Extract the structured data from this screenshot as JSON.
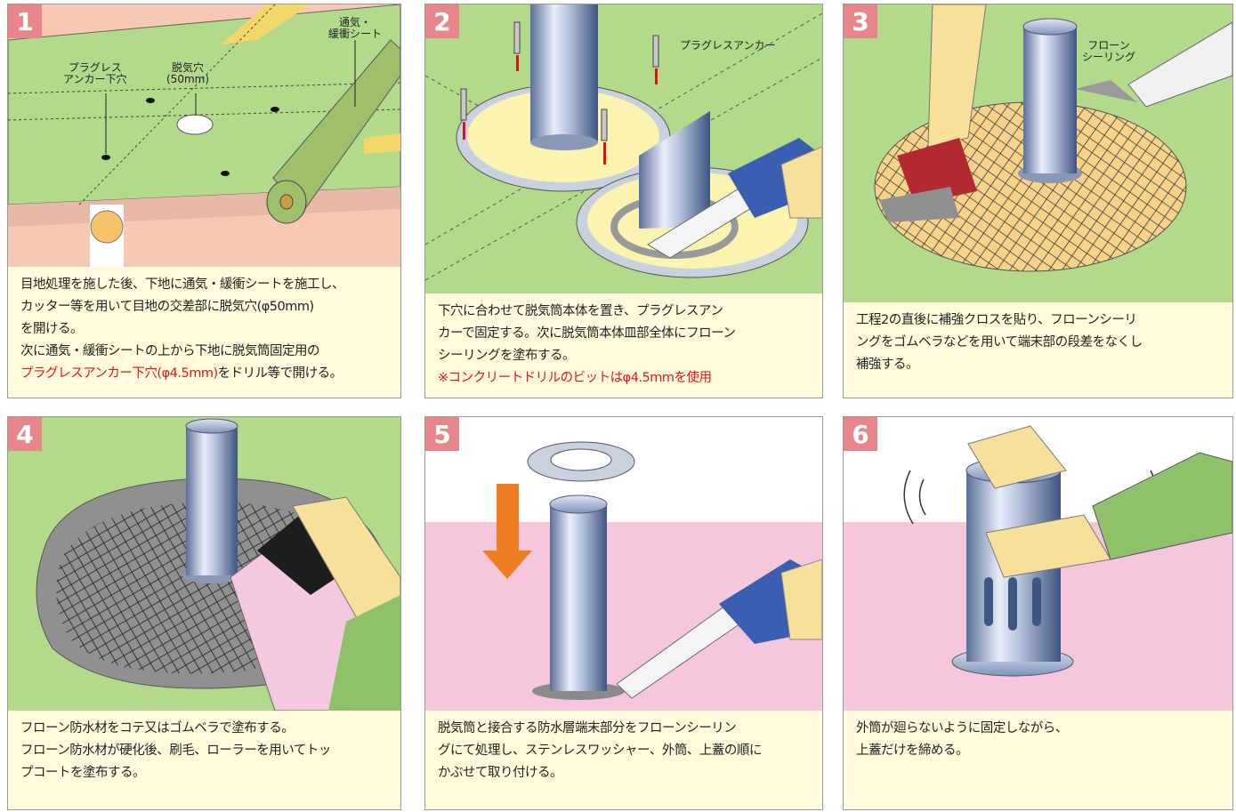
{
  "panels": [
    {
      "number": "1",
      "labels": {
        "vent_sheet": "通気・\n緩衝シート",
        "anchor_hole": "プラグレス\nアンカー下穴",
        "vent_hole": "脱気穴\n(50mm)"
      },
      "caption": {
        "line1": "目地処理を施した後、下地に通気・緩衝シートを施工し、",
        "line2": "カッター等を用いて目地の交差部に脱気穴(φ50mm)",
        "line3": "を開ける。",
        "line4": "次に通気・緩衝シートの上から下地に脱気筒固定用の",
        "line5_red": "プラグレスアンカー下穴(φ4.5mm)",
        "line5_rest": "をドリル等で開ける。"
      }
    },
    {
      "number": "2",
      "labels": {
        "anchor": "プラグレスアンカー"
      },
      "caption": {
        "line1": "下穴に合わせて脱気筒本体を置き、プラグレスアン",
        "line2": "カーで固定する。次に脱気筒本体皿部全体にフローン",
        "line3": "シーリングを塗布する。",
        "note_red": "※コンクリートドリルのビットはφ4.5mmを使用"
      }
    },
    {
      "number": "3",
      "labels": {
        "sealing": "フローン\nシーリング"
      },
      "caption": {
        "line1": "工程2の直後に補強クロスを貼り、フローンシーリ",
        "line2": "ングをゴムベラなどを用いて端末部の段差をなくし",
        "line3": "補強する。"
      }
    },
    {
      "number": "4",
      "caption": {
        "line1": "フローン防水材をコテ又はゴムベラで塗布する。",
        "line2": "フローン防水材が硬化後、刷毛、ローラーを用いてトッ",
        "line3": "プコートを塗布する。"
      }
    },
    {
      "number": "5",
      "caption": {
        "line1": "脱気筒と接合する防水層端末部分をフローンシーリン",
        "line2": "グにて処理し、ステンレスワッシャー、外筒、上蓋の順に",
        "line3": "かぶせて取り付ける。"
      }
    },
    {
      "number": "6",
      "caption": {
        "line1": "外筒が廻らないように固定しながら、",
        "line2": "上蓋だけを締める。"
      }
    }
  ],
  "colors": {
    "number_badge": "#e8868c",
    "caption_bg": "#fffbdc",
    "green_base": "#b3d98a",
    "pink_base": "#f5c6dc",
    "red_text": "#e3141b",
    "arrow_orange": "#ef7d22"
  }
}
